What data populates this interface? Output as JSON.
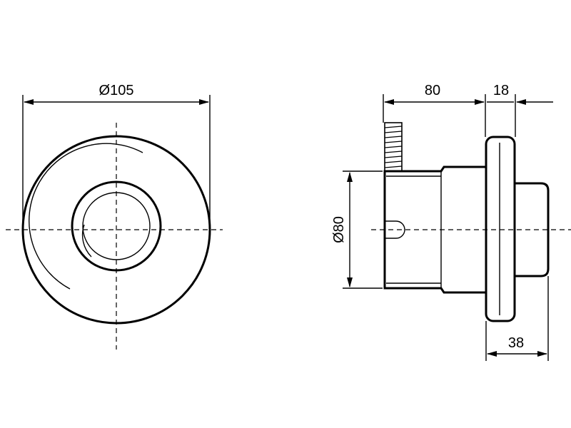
{
  "drawing": {
    "front_view": {
      "diameter_label": "Ø105"
    },
    "side_view": {
      "body_length_label": "80",
      "plate_thickness_label": "18",
      "body_diameter_label": "Ø80",
      "button_depth_label": "38"
    }
  }
}
